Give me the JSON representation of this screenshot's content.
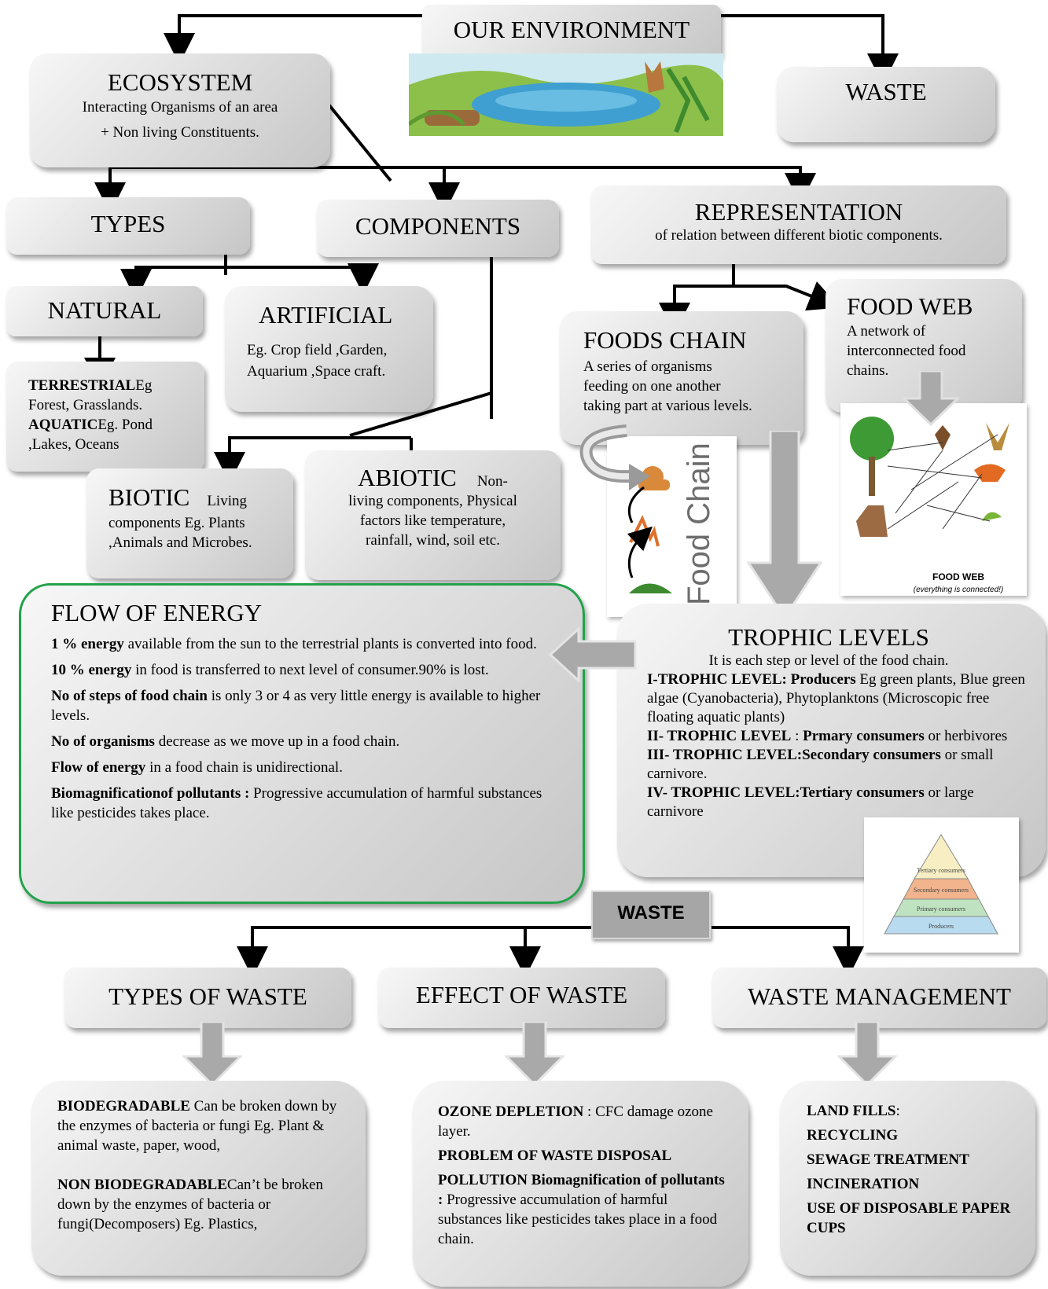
{
  "title": "OUR ENVIRONMENT",
  "top_waste": "WASTE",
  "ecosystem": {
    "title": "ECOSYSTEM",
    "line1": "Interacting Organisms of an area",
    "line2": "+ Non living Constituents."
  },
  "types": "TYPES",
  "components": "COMPONENTS",
  "representation": {
    "title": "REPRESENTATION",
    "desc": "of relation between different biotic components."
  },
  "natural": "NATURAL",
  "artificial": {
    "title": "ARTIFICIAL",
    "line1": "Eg. Crop field ,Garden,",
    "line2": "Aquarium ,Space craft."
  },
  "terrestrial": {
    "b1": "TERRESTRIAL",
    "t1": "Eg",
    "t2": "Forest, Grasslands.",
    "b2": "AQUATIC",
    "t3": "Eg. Pond",
    "t4": ",Lakes, Oceans"
  },
  "biotic": {
    "title": "BIOTIC",
    "l1": "Living",
    "l2": "components  Eg. Plants",
    ",l3": "",
    "l3": ",Animals and Microbes."
  },
  "abiotic": {
    "title": "ABIOTIC",
    "l1": "Non-",
    "l2": "living components, Physical",
    "l3": "factors like temperature,",
    "l4": "rainfall, wind, soil etc."
  },
  "food_chain": {
    "title": "FOODS CHAIN",
    "l1": "A series of organisms",
    "l2": "feeding on one another",
    "l3": "taking part at various levels.",
    "image_text": "Food Chain"
  },
  "food_web": {
    "title": "FOOD WEB",
    "l1": "A network of",
    "l2": "interconnected food",
    "l3": "chains.",
    "image_caption": "FOOD WEB",
    "image_sub": "(everything is connected!)"
  },
  "flow_of_energy": {
    "title": "FLOW OF ENERGY",
    "items": [
      {
        "b": "1 % energy",
        "t": " available from the sun to the terrestrial plants is converted into food."
      },
      {
        "b": "10 % energy",
        "t": " in food is transferred to next level of consumer.90% is lost."
      },
      {
        "b": "No of steps of food chain",
        "t": " is only 3 or 4 as very little energy is available to higher levels."
      },
      {
        "b": "No of organisms",
        "t": " decrease as we move up in a food chain."
      },
      {
        "b": "Flow of energy",
        "t": " in a food chain is unidirectional."
      },
      {
        "b": "Biomagnificationof  pollutants :",
        "t": " Progressive accumulation of harmful substances like pesticides  takes place."
      }
    ]
  },
  "trophic": {
    "title": "TROPHIC LEVELS",
    "desc": "It is each step or level of the food chain.",
    "l1b": "I-TROPHIC LEVEL: Producers",
    "l1t": " Eg green plants, Blue green algae (Cyanobacteria), Phytoplanktons (Microscopic free floating aquatic plants)",
    "l2b": "II- TROPHIC  LEVEL",
    "l2m": " : ",
    "l2b2": "Prmary consumers",
    "l2t": "  or herbivores",
    "l3b": "III- TROPHIC  LEVEL:Secondary consumers",
    "l3t": " or small carnivore.",
    "l4b": "IV- TROPHIC  LEVEL:Tertiary consumers",
    "l4t": "  or large carnivore",
    "pyramid": [
      "Tertiary consumers",
      "Secondary consumers",
      "Primary consumers",
      "Producers"
    ]
  },
  "waste_label": "WASTE",
  "types_of_waste": {
    "title": "TYPES OF WASTE",
    "b1": "BIODEGRADABLE",
    "t1": "  Can be broken down by the enzymes of bacteria or fungi Eg. Plant & animal waste, paper, wood,",
    "b2": "NON BIODEGRADABLE",
    "t2": "Can’t  be broken down by the enzymes of bacteria or fungi(Decomposers) Eg. Plastics,"
  },
  "effect_of_waste": {
    "title": "EFFECT OF WASTE",
    "b1": "OZONE DEPLETION",
    "t1": " : CFC damage ozone layer.",
    "b2": "PROBLEM OF WASTE DISPOSAL",
    "b3": "POLLUTION  Biomagnification of pollutants :",
    "t3": " Progressive accumulation of harmful substances like pesticides  takes place in a food chain."
  },
  "waste_management": {
    "title": "WASTE MANAGEMENT",
    "i1": "LAND FILLS",
    ":": "",
    "i1t": ":",
    "i2": "RECYCLING",
    "i3": "SEWAGE TREATMENT",
    "i4": "INCINERATION",
    "i5": "USE OF DISPOSABLE PAPER CUPS"
  },
  "colors": {
    "box_light": "#f7f7f7",
    "box_dark": "#c6c6c6",
    "green_border": "#22a24a",
    "arrow_grey": "#a9a9a9"
  }
}
